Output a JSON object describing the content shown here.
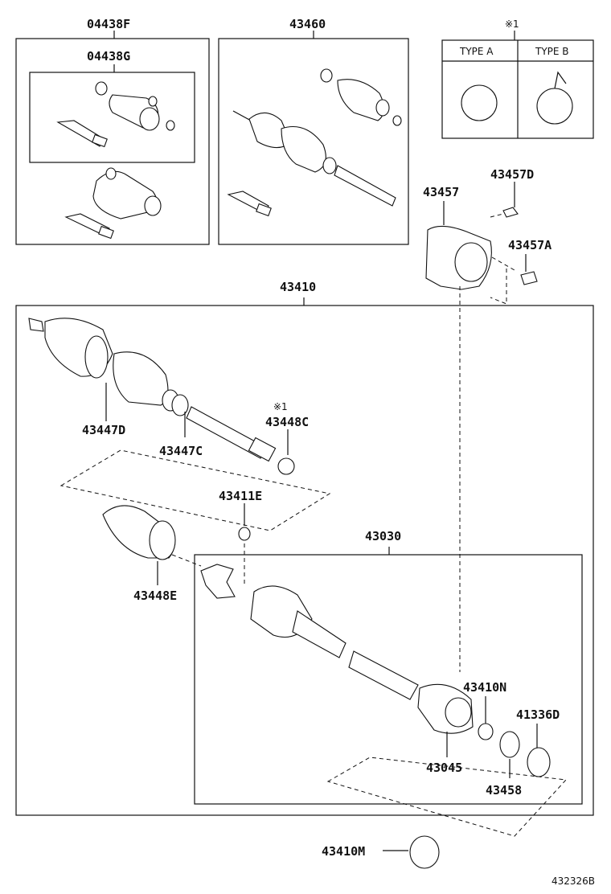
{
  "labels": {
    "p04438F": "04438F",
    "p04438G": "04438G",
    "p43460": "43460",
    "note1": "※1",
    "typeA": "TYPE A",
    "typeB": "TYPE B",
    "p43457D": "43457D",
    "p43457": "43457",
    "p43457A": "43457A",
    "p43410": "43410",
    "p43447D": "43447D",
    "p43447C": "43447C",
    "note2": "※1",
    "p43448C": "43448C",
    "p43411E": "43411E",
    "p43448E": "43448E",
    "p43030": "43030",
    "p43410N": "43410N",
    "p41336D": "41336D",
    "p43045": "43045",
    "p43458": "43458",
    "p43410M": "43410M",
    "diagramId": "432326B"
  }
}
